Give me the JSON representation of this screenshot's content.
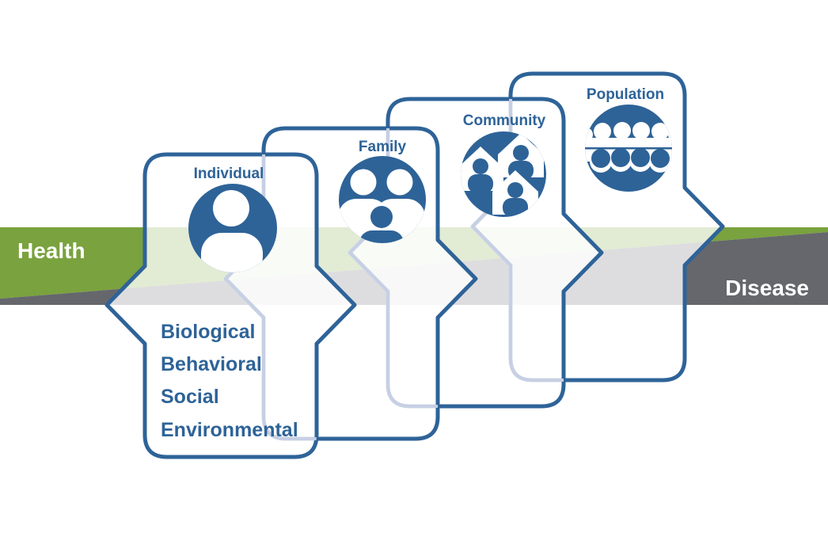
{
  "band": {
    "health_label": "Health",
    "disease_label": "Disease",
    "health_color": "#7aa23e",
    "disease_color": "#65676c",
    "label_color": "#ffffff"
  },
  "palette": {
    "blue": "#2e6398",
    "ghost_blue": "#c7cfe4"
  },
  "levels": [
    {
      "label": "Individual",
      "icon": "single-person-icon"
    },
    {
      "label": "Family",
      "icon": "family-icon"
    },
    {
      "label": "Community",
      "icon": "community-icon"
    },
    {
      "label": "Population",
      "icon": "population-icon"
    }
  ],
  "individual_determinants": [
    "Biological",
    "Behavioral",
    "Social",
    "Environmental"
  ]
}
